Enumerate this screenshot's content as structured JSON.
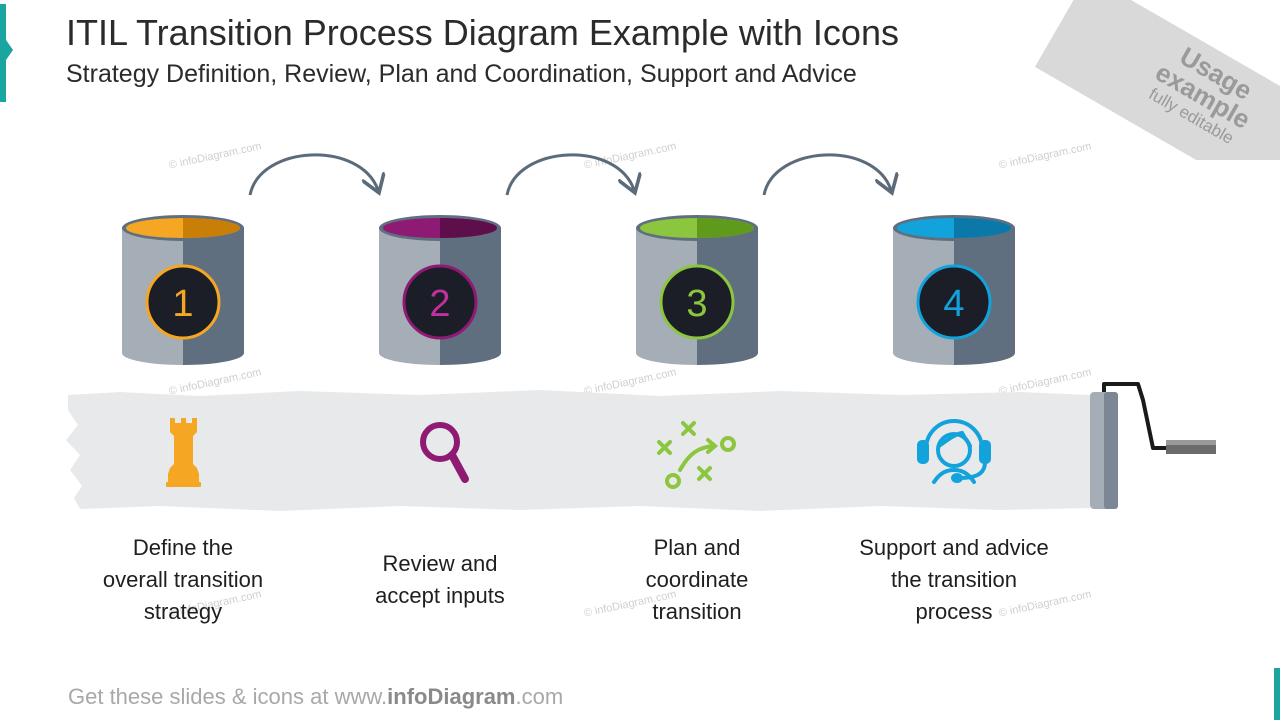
{
  "title": "ITIL Transition Process Diagram Example with Icons",
  "subtitle": "Strategy Definition, Review, Plan and Coordination, Support and Advice",
  "badge": {
    "line1": "Usage",
    "line2": "example",
    "line3": "fully editable"
  },
  "watermark": "© infoDiagram.com",
  "footer": {
    "prefix": "Get these slides & icons at www.",
    "brand": "infoDiagram",
    "suffix": ".com"
  },
  "steps": [
    {
      "number": "1",
      "text": "Define the\noverall transition\nstrategy",
      "color": "#f5a623",
      "icon": "chess-rook-icon"
    },
    {
      "number": "2",
      "text": "Review and\naccept inputs",
      "color": "#8e1a73",
      "icon": "magnifier-icon"
    },
    {
      "number": "3",
      "text": "Plan and\ncoordinate\ntransition",
      "color": "#8cc63f",
      "icon": "strategy-play-icon"
    },
    {
      "number": "4",
      "text": "Support and advice\nthe transition\nprocess",
      "color": "#13a3dc",
      "icon": "headset-support-icon"
    }
  ],
  "colors": {
    "bucket_light": "#a5adb6",
    "bucket_dark": "#5f6f80",
    "badge_fill": "#1b1e26",
    "brush_stroke": "#e6e8ea",
    "arrow": "#5b6b7a",
    "accent": "#1aa5a0"
  }
}
